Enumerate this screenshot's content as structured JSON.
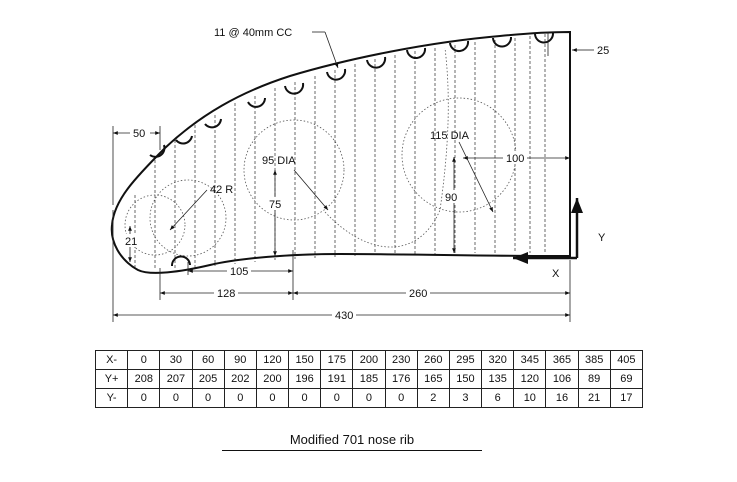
{
  "drawing": {
    "labels": {
      "holes": "11 @ 40mm CC",
      "dim_25": "25",
      "dim_50": "50",
      "dim_42r": "42 R",
      "dim_95dia": "95 DIA",
      "dim_115dia": "115 DIA",
      "dim_100": "100",
      "dim_75": "75",
      "dim_90": "90",
      "dim_21": "21",
      "dim_105": "105",
      "dim_128": "128",
      "dim_260": "260",
      "dim_430": "430",
      "axis_y": "Y",
      "axis_x": "X"
    }
  },
  "table": {
    "rows": [
      {
        "label": "X-",
        "values": [
          "0",
          "30",
          "60",
          "90",
          "120",
          "150",
          "175",
          "200",
          "230",
          "260",
          "295",
          "320",
          "345",
          "365",
          "385",
          "405"
        ]
      },
      {
        "label": "Y+",
        "values": [
          "208",
          "207",
          "205",
          "202",
          "200",
          "196",
          "191",
          "185",
          "176",
          "165",
          "150",
          "135",
          "120",
          "106",
          "89",
          "69"
        ]
      },
      {
        "label": "Y-",
        "values": [
          "0",
          "0",
          "0",
          "0",
          "0",
          "0",
          "0",
          "0",
          "0",
          "2",
          "3",
          "6",
          "10",
          "16",
          "21",
          "17"
        ]
      }
    ]
  },
  "caption": "Modified 701 nose rib"
}
